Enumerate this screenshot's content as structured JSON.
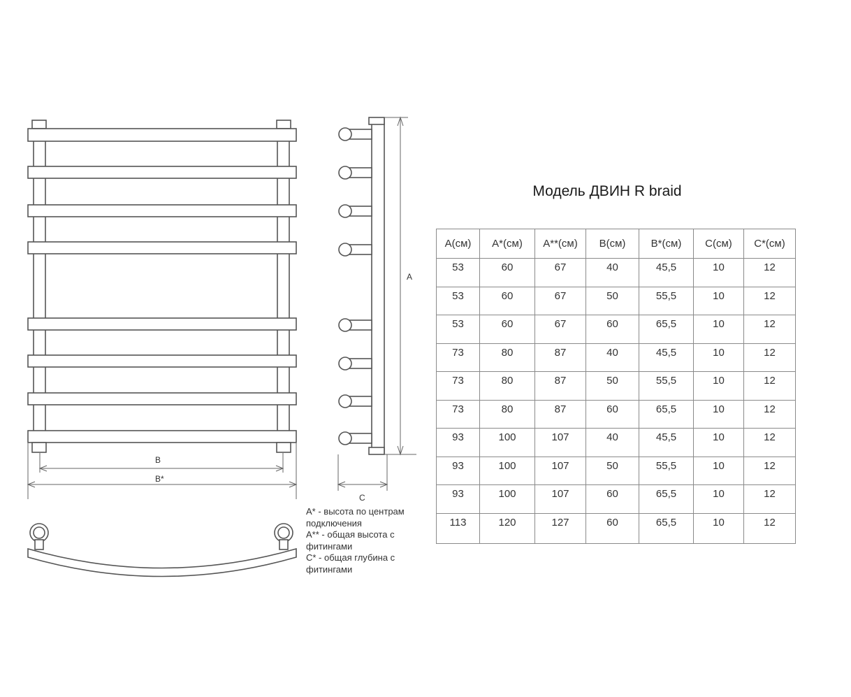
{
  "title": "Модель ДВИН R braid",
  "dimension_labels": {
    "height": "A",
    "width": "B",
    "width_with_fittings": "B*",
    "depth": "C"
  },
  "notes": [
    "A* - высота по центрам подключения",
    "A** - общая высота с фитингами",
    "C* - общая глубина с фитингами"
  ],
  "table": {
    "headers": [
      "A(см)",
      "A*(см)",
      "A**(см)",
      "B(см)",
      "B*(см)",
      "C(см)",
      "C*(см)"
    ],
    "rows": [
      [
        "53",
        "60",
        "67",
        "40",
        "45,5",
        "10",
        "12"
      ],
      [
        "53",
        "60",
        "67",
        "50",
        "55,5",
        "10",
        "12"
      ],
      [
        "53",
        "60",
        "67",
        "60",
        "65,5",
        "10",
        "12"
      ],
      [
        "73",
        "80",
        "87",
        "40",
        "45,5",
        "10",
        "12"
      ],
      [
        "73",
        "80",
        "87",
        "50",
        "55,5",
        "10",
        "12"
      ],
      [
        "73",
        "80",
        "87",
        "60",
        "65,5",
        "10",
        "12"
      ],
      [
        "93",
        "100",
        "107",
        "40",
        "45,5",
        "10",
        "12"
      ],
      [
        "93",
        "100",
        "107",
        "50",
        "55,5",
        "10",
        "12"
      ],
      [
        "93",
        "100",
        "107",
        "60",
        "65,5",
        "10",
        "12"
      ],
      [
        "113",
        "120",
        "127",
        "60",
        "65,5",
        "10",
        "12"
      ]
    ]
  }
}
